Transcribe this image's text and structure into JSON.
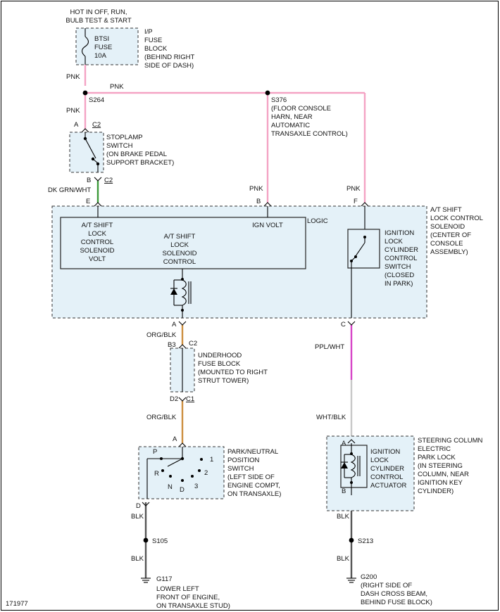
{
  "fuse": {
    "power_note_1": "HOT IN OFF, RUN,",
    "power_note_2": "BULB TEST & START",
    "name_1": "BTSI",
    "name_2": "FUSE",
    "name_3": "10A",
    "loc_1": "I/P",
    "loc_2": "FUSE",
    "loc_3": "BLOCK",
    "loc_4": "(BEHIND RIGHT",
    "loc_5": "SIDE OF DASH)"
  },
  "wires": {
    "pnk": "PNK",
    "dk_grn_wht": "DK GRN/WHT",
    "org_blk": "ORG/BLK",
    "ppl_wht": "PPL/WHT",
    "wht_blk": "WHT/BLK",
    "blk": "BLK"
  },
  "splices": {
    "s264": "S264",
    "s376": "S376",
    "s376_1": "(FLOOR CONSOLE",
    "s376_2": "HARN, NEAR",
    "s376_3": "AUTOMATIC",
    "s376_4": "TRANSAXLE CONTROL)",
    "s105": "S105",
    "s213": "S213"
  },
  "stoplamp": {
    "l1": "STOPLAMP",
    "l2": "SWITCH",
    "l3": "(ON BRAKE PEDAL",
    "l4": "SUPPORT BRACKET)",
    "pin_a": "A",
    "conn_top": "C2",
    "pin_b": "B",
    "conn_bot": "C2"
  },
  "solenoid": {
    "pin_e": "E",
    "pin_b": "B",
    "pin_f": "F",
    "pin_a": "A",
    "pin_c": "C",
    "logic": "LOGIC",
    "volt_1": "A/T SHIFT",
    "volt_2": "LOCK",
    "volt_3": "CONTROL",
    "volt_4": "SOLENOID",
    "volt_5": "VOLT",
    "ctrl_1": "A/T SHIFT",
    "ctrl_2": "LOCK",
    "ctrl_3": "SOLENOID",
    "ctrl_4": "CONTROL",
    "ign_volt": "IGN VOLT",
    "title_1": "A/T SHIFT",
    "title_2": "LOCK CONTROL",
    "title_3": "SOLENOID",
    "title_4": "(CENTER OF",
    "title_5": "CONSOLE",
    "title_6": "ASSEMBLY)",
    "sw_1": "IGNITION",
    "sw_2": "LOCK",
    "sw_3": "CYLINDER",
    "sw_4": "CONTROL",
    "sw_5": "SWITCH",
    "sw_6": "(CLOSED",
    "sw_7": "IN PARK)"
  },
  "underhood": {
    "pin_b3": "B3",
    "conn_top": "C2",
    "pin_d2": "D2",
    "conn_bot": "C1",
    "l1": "UNDERHOOD",
    "l2": "FUSE BLOCK",
    "l3": "(MOUNTED TO RIGHT",
    "l4": "STRUT TOWER)"
  },
  "pnp": {
    "pin_a": "A",
    "pin_d": "D",
    "p": "P",
    "r": "R",
    "n": "N",
    "d": "D",
    "one": "1",
    "two": "2",
    "three": "3",
    "l1": "PARK/NEUTRAL",
    "l2": "POSITION",
    "l3": "SWITCH",
    "l4": "(LEFT SIDE OF",
    "l5": "ENGINE COMPT,",
    "l6": "ON TRANSAXLE)"
  },
  "park_lock": {
    "pin_a": "A",
    "pin_b": "B",
    "act_1": "IGNITION",
    "act_2": "LOCK",
    "act_3": "CYLINDER",
    "act_4": "CONTROL",
    "act_5": "ACTUATOR",
    "l1": "STEERING COLUMN",
    "l2": "ELECTRIC",
    "l3": "PARK LOCK",
    "l4": "(IN STEERING",
    "l5": "COLUMN, NEAR",
    "l6": "IGNITION KEY",
    "l7": "CYLINDER)"
  },
  "grounds": {
    "g117": "G117",
    "g117_1": "LOWER LEFT",
    "g117_2": "FRONT OF ENGINE,",
    "g117_3": "ON TRANSAXLE STUD)",
    "g200": "G200",
    "g200_1": "(RIGHT SIDE OF",
    "g200_2": "DASH CROSS BEAM,",
    "g200_3": "BEHIND FUSE BLOCK)"
  },
  "figure_number": "171977"
}
